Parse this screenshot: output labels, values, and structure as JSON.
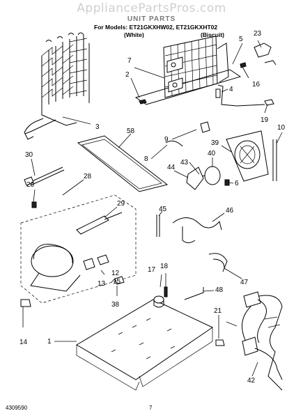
{
  "header": {
    "watermark": "AppliancePartsPros.com",
    "title": "UNIT PARTS",
    "models_line": "For Models: ET21GKXHW02, ET21GKXHT02",
    "variant_1": "(White)",
    "variant_2": "(Biscuit)"
  },
  "callouts": {
    "c1": "1",
    "c2": "2",
    "c3": "3",
    "c4": "4",
    "c5": "5",
    "c6": "6",
    "c7": "7",
    "c8": "8",
    "c9": "9",
    "c10": "10",
    "c12": "12",
    "c13": "13",
    "c14": "14",
    "c15": "15",
    "c16": "16",
    "c17": "17",
    "c18": "18",
    "c19": "19",
    "c20": "20",
    "c21": "21",
    "c23": "23",
    "c28": "28",
    "c29": "29",
    "c30": "30",
    "c38": "38",
    "c39": "39",
    "c40": "40",
    "c42": "42",
    "c43": "43",
    "c44": "44",
    "c45": "45",
    "c46": "46",
    "c47": "47",
    "c48": "48",
    "c58": "58"
  },
  "footer": {
    "doc_number": "4309590",
    "page_number": "7"
  }
}
